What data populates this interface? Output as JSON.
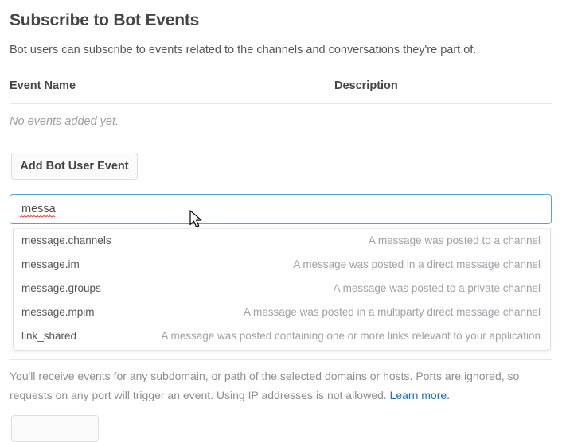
{
  "header": {
    "title": "Subscribe to Bot Events",
    "subtitle": "Bot users can subscribe to events related to the channels and conversations they're part of."
  },
  "events_table": {
    "columns": {
      "event_name": "Event Name",
      "description": "Description"
    },
    "empty_message": "No events added yet.",
    "rows": []
  },
  "actions": {
    "add_bot_user_event": "Add Bot User Event",
    "bottom_button": ""
  },
  "search": {
    "value": "messa",
    "placeholder": "",
    "spellcheck_flagged": true,
    "border_color": "#5aa0dd"
  },
  "suggestions": [
    {
      "name": "message.channels",
      "description": "A message was posted to a channel"
    },
    {
      "name": "message.im",
      "description": "A message was posted in a direct message channel"
    },
    {
      "name": "message.groups",
      "description": "A message was posted to a private channel"
    },
    {
      "name": "message.mpim",
      "description": "A message was posted in a multiparty direct message channel"
    },
    {
      "name": "link_shared",
      "description": "A message was posted containing one or more links relevant to your application"
    }
  ],
  "footer": {
    "note": "You'll receive events for any subdomain, or path of the selected domains or hosts. Ports are ignored, so requests on any port will trigger an event. Using IP addresses is not allowed. ",
    "link_label": "Learn more.",
    "link_color": "#1b6eb3"
  },
  "colors": {
    "text_primary": "#454545",
    "text_muted": "#8d8d95",
    "divider": "#e8e8e8",
    "accent_blue": "#5aa0dd"
  }
}
